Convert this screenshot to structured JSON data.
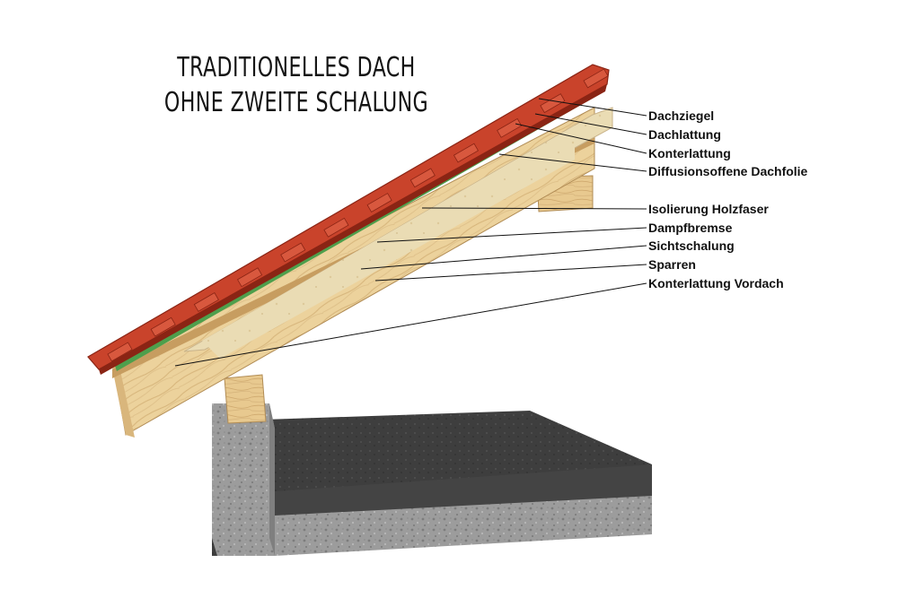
{
  "title": [
    "TRADITIONELLES DACH",
    "OHNE ZWEITE SCHALUNG"
  ],
  "labels": [
    "Dachziegel",
    "Dachlattung",
    "Konterlattung",
    "Diffusionsoffene Dachfolie",
    "Isolierung Holzfaser",
    "Dampfbremse",
    "Sichtschalung",
    "Sparren",
    "Konterlattung Vordach"
  ],
  "colors": {
    "tile": "#c9432b",
    "tile_dark": "#8a2414",
    "batten": "#e6c38d",
    "membrane": "#6cc36a",
    "insulation": "#e9d9b0",
    "wood": "#e8cc94",
    "wood_dark": "#c9a46a",
    "concrete": "#9a9a9a",
    "slab": "#3f3f3f"
  }
}
